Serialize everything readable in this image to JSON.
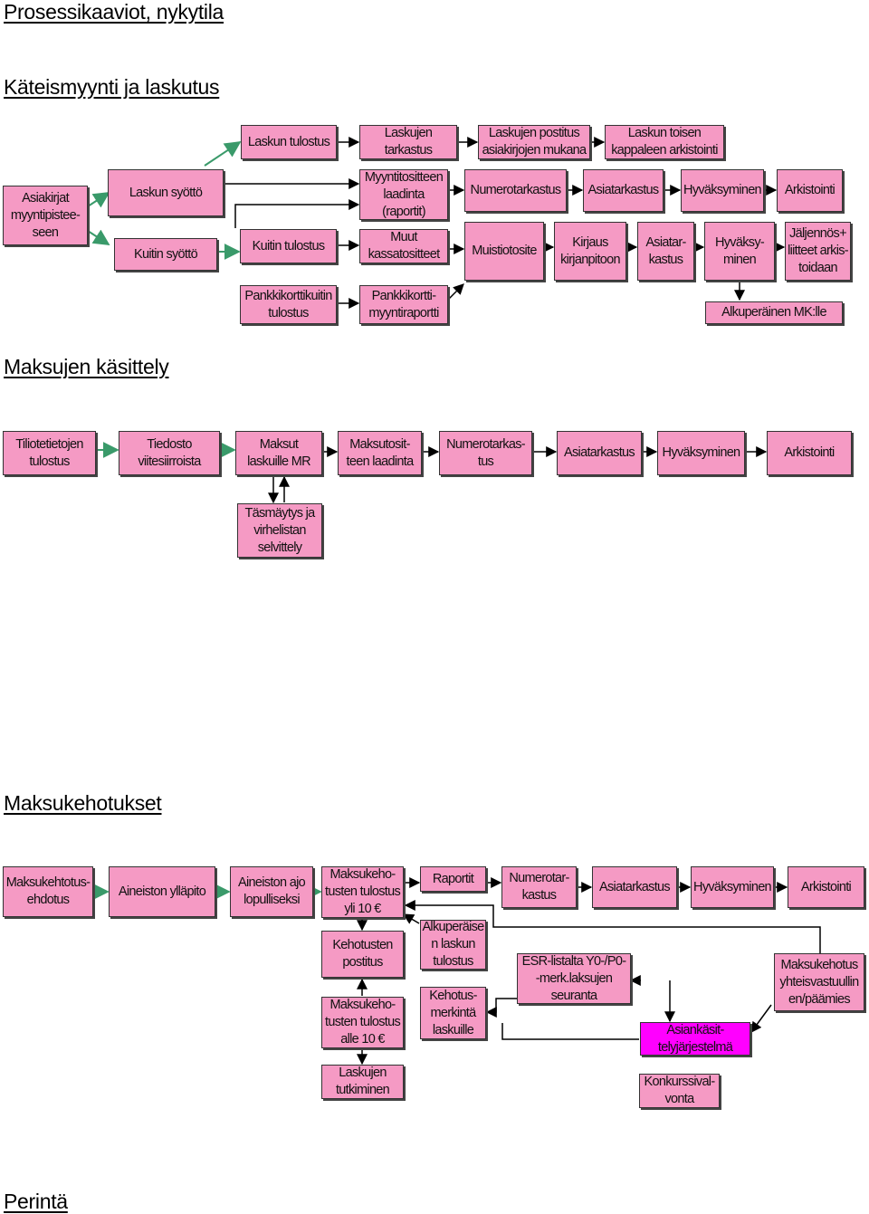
{
  "headings": {
    "main": "Prosessikaaviot, nykytila",
    "cash": "Käteismyynti ja laskutus",
    "payments": "Maksujen käsittely",
    "reminders": "Maksukehotukset",
    "collection": "Perintä"
  },
  "cash": {
    "documents": "Asiakirjat\nmyyntipistee-\nseen",
    "invoice_entry": "Laskun syöttö",
    "receipt_entry": "Kuitin syöttö",
    "invoice_print": "Laskun tulostus",
    "receipt_print": "Kuitin tulostus",
    "card_receipt_print": "Pankkikorttikuitin\ntulostus",
    "invoice_check": "Laskujen\ntarkastus",
    "sales_docs": "Myyntitositteen\nlaadinta\n(raportit)",
    "other_cash_docs": "Muut\nkassatositteet",
    "card_sales_report": "Pankkikortti-\nmyyntiraportti",
    "invoice_mailing": "Laskujen postitus\nasiakirjojen mukana",
    "copy_archiving": "Laskun toisen\nkappaleen arkistointi",
    "numeric_check": "Numerotarkastus",
    "content_check": "Asiatarkastus",
    "approval": "Hyväksyminen",
    "archiving": "Arkistointi",
    "memo_voucher": "Muistiotosite",
    "bookkeeping": "Kirjaus\nkirjanpitoon",
    "content_check_2": "Asiatar-\nkastus",
    "approval_2": "Hyväksy-\nminen",
    "copies_archived": "Jäljennös+\nliitteet arkis-\ntoidaan",
    "originals": "Alkuperäinen MK:lle"
  },
  "payments": {
    "statement_print": "Tiliotetietojen\ntulostus",
    "file_transfers": "Tiedosto\nviitesiirroista",
    "payments_mr": "Maksut\nlaskuille MR",
    "payment_docs": "Maksutosit-\nteen laadinta",
    "numeric_check": "Numerotarkas-\ntus",
    "content_check": "Asiatarkastus",
    "approval": "Hyväksyminen",
    "archiving": "Arkistointi",
    "reconciliation": "Täsmäytys ja\nvirhelistan\nselvittely"
  },
  "reminders": {
    "proposals": "Maksukehtotus-\nehdotus",
    "data_maintenance": "Aineiston ylläpito",
    "final_run": "Aineiston ajo\nlopulliseksi",
    "print_over": "Maksukeho-\ntusten tulostus\nyli 10 €",
    "report": "Raportit",
    "numeric_check": "Numerotar-\nkastus",
    "content_check": "Asiatarkastus",
    "approval": "Hyväksyminen",
    "archiving": "Arkistointi",
    "mailing": "Kehotusten\npostitus",
    "print_under": "Maksukeho-\ntusten tulostus\nalle  10 €",
    "review": "Laskujen\ntutkiminen",
    "original_invoice": "Alkuperäise\nn laskun\ntulostus",
    "marking": "Kehotus-\nmerkintä\nlaskuille",
    "esr_tracking": "ESR-listalta  Y0-/P0-\n-merk.laksujen\nseuranta",
    "joint_liability": "Maksukehotus\nyhteisvastuullin\nen/päämies",
    "case_system": "Asiankäsit-\ntelyjärjestelmä",
    "bankruptcy": "Konkurssival-\nvonta"
  },
  "colors": {
    "box": "#f59ac4",
    "highlight": "#ff00ff",
    "branch_arrow": "#3a9a6a",
    "arrow": "#000000"
  }
}
